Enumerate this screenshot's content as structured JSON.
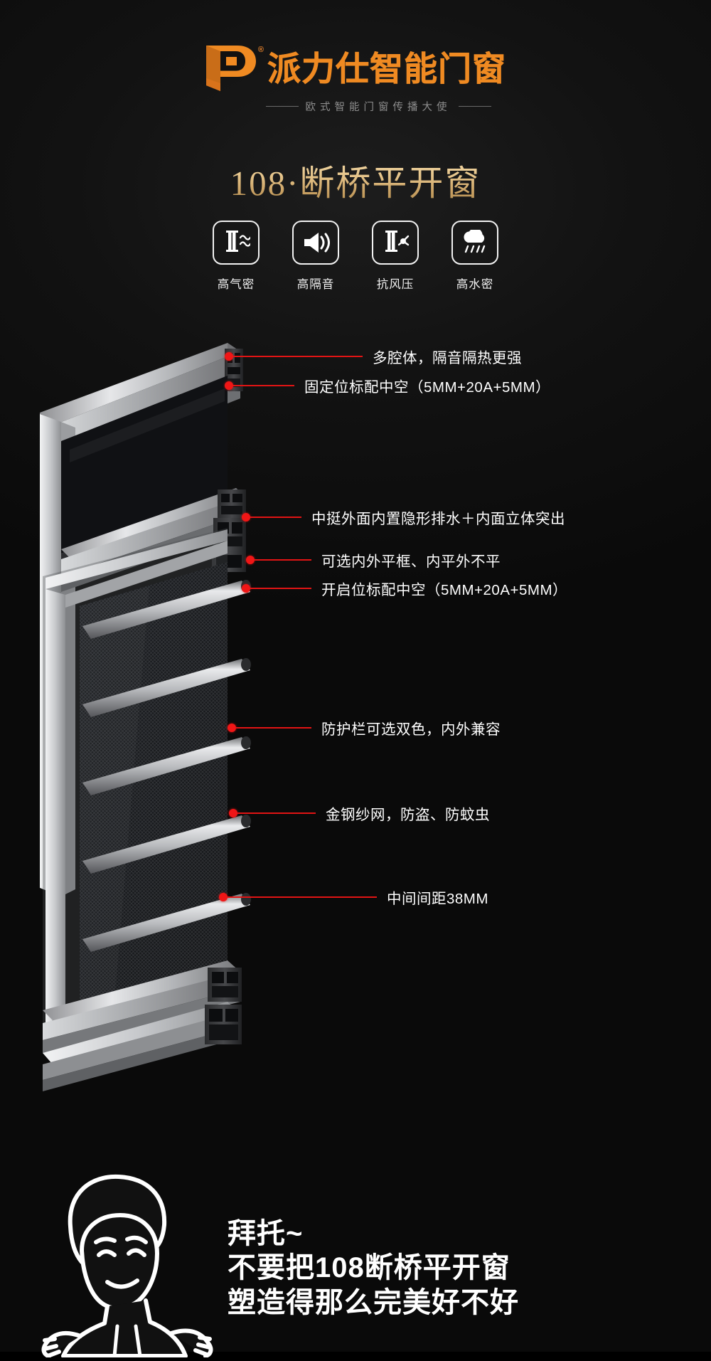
{
  "brand": {
    "logo_mark": "p-monogram-icon",
    "registered_mark": "®",
    "name": "派力仕智能门窗",
    "tagline": "欧式智能门窗传播大使",
    "accent_color": "#ef8a22"
  },
  "title": "108·断桥平开窗",
  "features": [
    {
      "icon": "air-tightness-icon",
      "label": "高气密"
    },
    {
      "icon": "sound-insulation-icon",
      "label": "高隔音"
    },
    {
      "icon": "wind-pressure-icon",
      "label": "抗风压"
    },
    {
      "icon": "water-tightness-icon",
      "label": "高水密"
    }
  ],
  "callouts": [
    {
      "id": "callout-multi-chamber",
      "label": "多腔体，隔音隔热更强"
    },
    {
      "id": "callout-fixed-glazing",
      "label": "固定位标配中空（5MM+20A+5MM）"
    },
    {
      "id": "callout-mullion-drainage",
      "label": "中挺外面内置隐形排水＋内面立体突出"
    },
    {
      "id": "callout-frame-option",
      "label": "可选内外平框、内平外不平"
    },
    {
      "id": "callout-open-glazing",
      "label": "开启位标配中空（5MM+20A+5MM）"
    },
    {
      "id": "callout-guardrail",
      "label": "防护栏可选双色，内外兼容"
    },
    {
      "id": "callout-security-screen",
      "label": "金钢纱网，防盗、防蚊虫"
    },
    {
      "id": "callout-spacing",
      "label": "中间间距38MM"
    }
  ],
  "callout_colors": {
    "dot": "#f01616",
    "line": "#e21414",
    "text": "#ffffff"
  },
  "bottom": {
    "mascot": "cartoon-boy-icon",
    "slogan_line1": "拜托~",
    "slogan_line2": "不要把108断桥平开窗",
    "slogan_line3": "塑造得那么完美好不好"
  }
}
